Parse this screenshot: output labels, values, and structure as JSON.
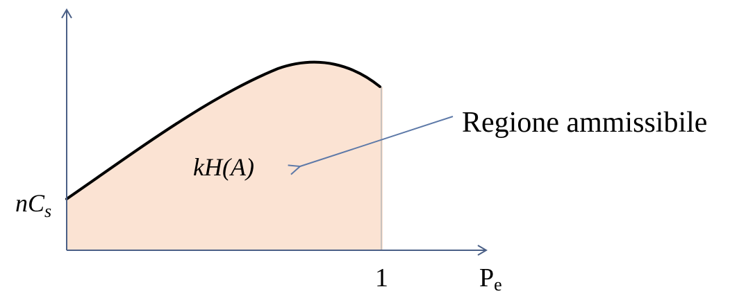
{
  "labels": {
    "y_intercept_base": "nC",
    "y_intercept_sub": "s",
    "region_inner": "kH(A)",
    "region_callout": "Regione ammissibile",
    "x_tick": "1",
    "x_axis_base": "P",
    "x_axis_sub": "e"
  },
  "colors": {
    "axis": "#4a5f86",
    "curve": "#000000",
    "region_fill": "#fbe3d3",
    "boundary": "#b7b7b7",
    "callout_arrow": "#5d79a8"
  }
}
